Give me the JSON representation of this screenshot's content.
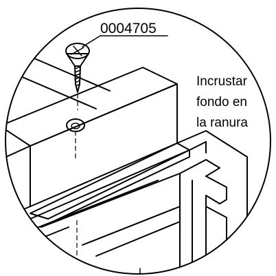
{
  "diagram": {
    "part_number": "0004705",
    "instruction_lines": [
      "Incrustar",
      "fondo en",
      "la ranura"
    ]
  },
  "icons": {
    "screw": "screw-icon"
  },
  "colors": {
    "line": "#000000",
    "background": "#ffffff"
  }
}
